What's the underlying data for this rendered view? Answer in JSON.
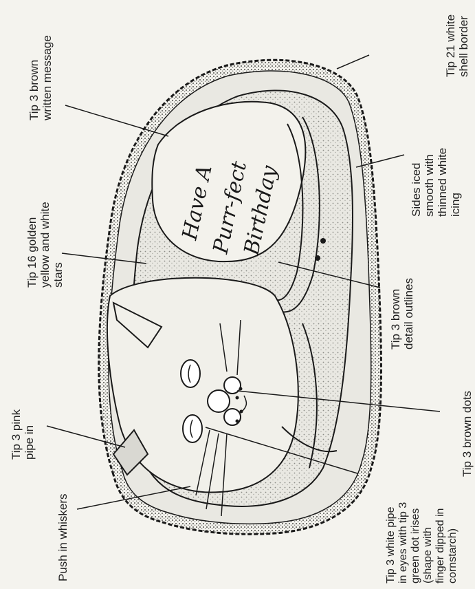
{
  "message": {
    "line1": "Have A",
    "line2": "Purr-fect",
    "line3": "Birthday"
  },
  "labels": {
    "tip3_brown_written": "Tip 3 brown\nwritten message",
    "tip21_shell": "Tip 21 white\nshell border",
    "sides_iced": "Sides iced\nsmooth with\nthinned white\nicing",
    "tip16_stars": "Tip 16 golden\nyellow and white\nstars",
    "tip3_detail": "Tip 3 brown\ndetail outlines",
    "tip3_dots": "Tip 3 brown dots",
    "tip3_pink": "Tip 3 pink\npipe in",
    "push_whiskers": "Push in whiskers",
    "tip3_white_eyes": "Tip 3 white pipe\nin eyes with tip 3\ngreen dot irises\n(shape with\nfinger dipped in\ncornstarch)"
  },
  "colors": {
    "ink": "#1a1a1a",
    "paper": "#f4f3ee",
    "stipple": "#9a9a94"
  }
}
